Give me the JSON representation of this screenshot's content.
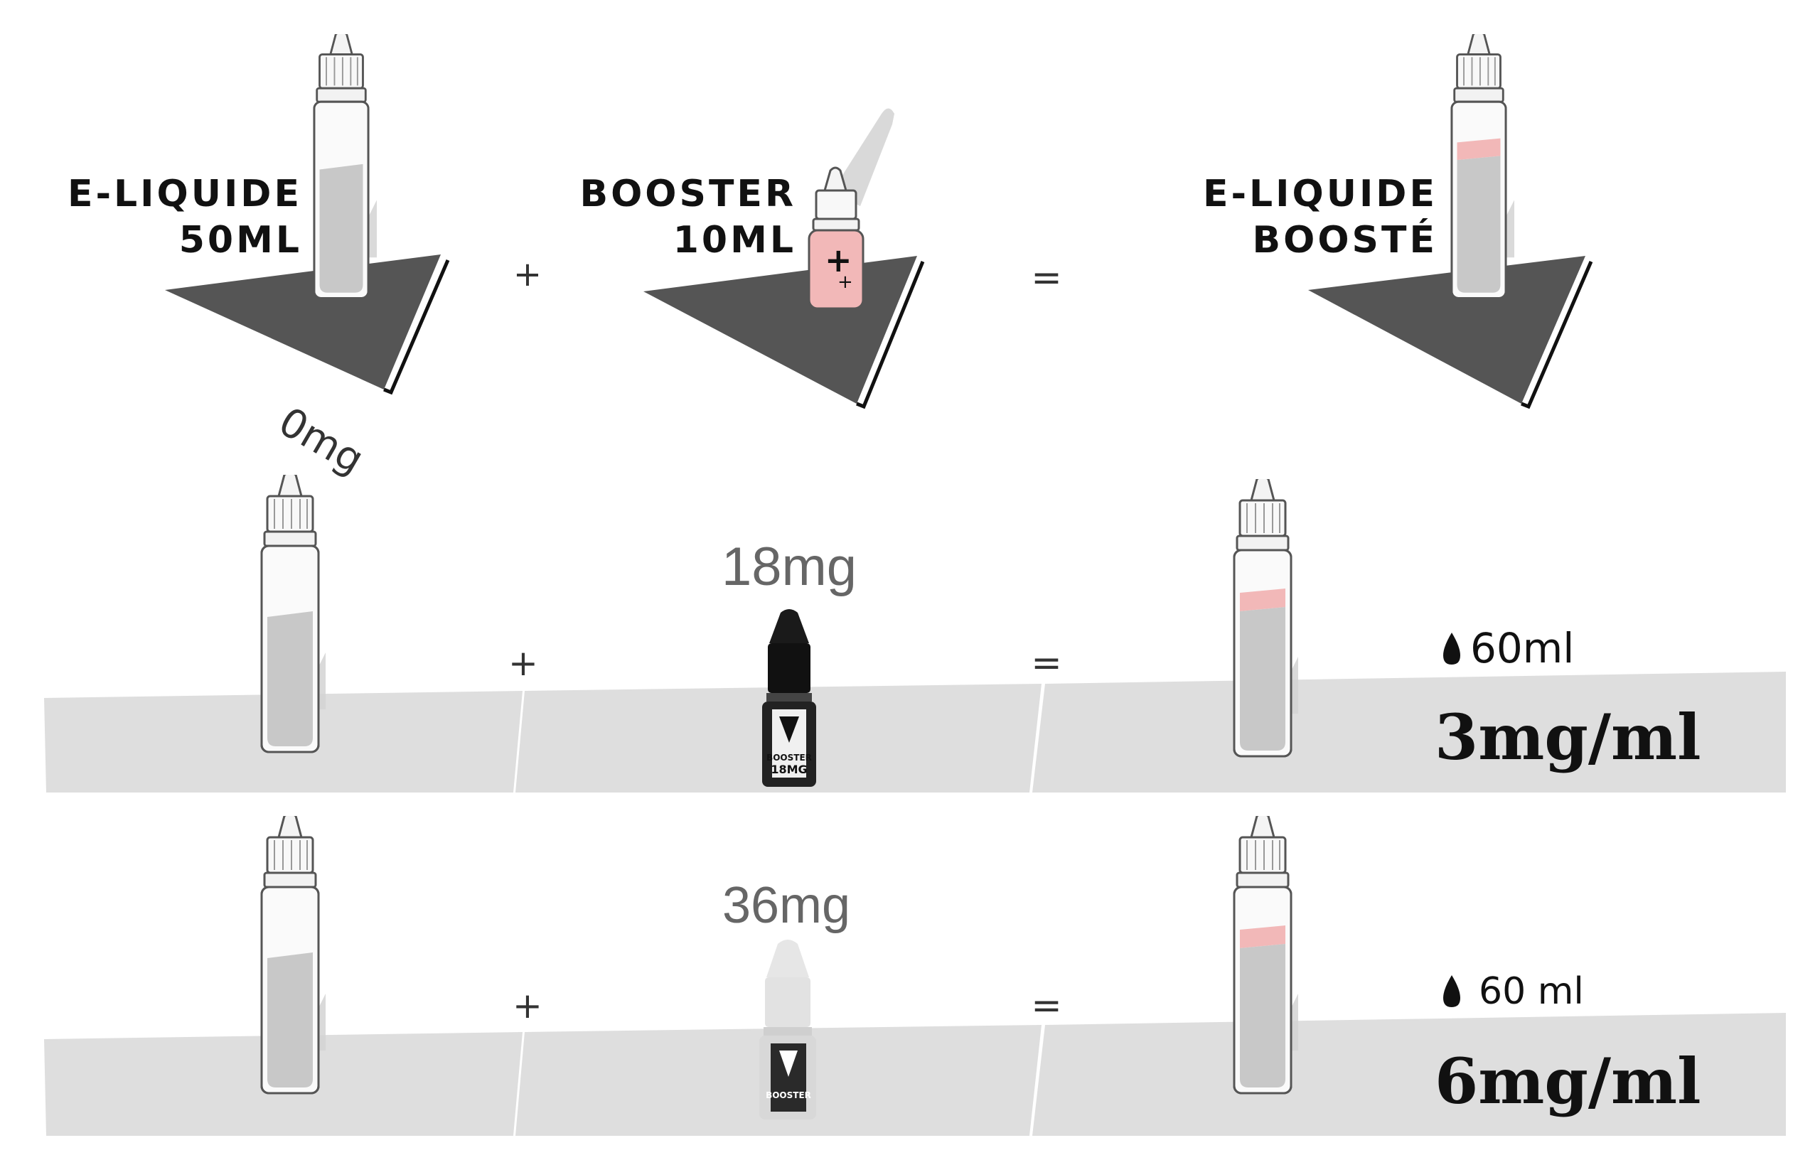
{
  "row1": {
    "eliquide_label_1": "E-LIQUIDE",
    "eliquide_label_2": "50ML",
    "base_strength": "0mg",
    "plus": "+",
    "booster_label_1": "BOOSTER",
    "booster_label_2": "10ML",
    "equals": "=",
    "result_label_1": "E-LIQUIDE",
    "result_label_2": "BOOSTÉ"
  },
  "row2": {
    "plus": "+",
    "booster_strength": "18mg",
    "booster_bottle_text_1": "BOOSTER",
    "booster_bottle_text_2": "18MG",
    "equals": "=",
    "volume": "60ml",
    "concentration": "3mg/ml"
  },
  "row3": {
    "plus": "+",
    "booster_strength": "36mg",
    "booster_bottle_text_1": "BOOSTER",
    "equals": "=",
    "volume": "60 ml",
    "concentration": "6mg/ml"
  },
  "colors": {
    "pink_liquid": "#f2b8b8",
    "grey_liquid": "#c8c8c8",
    "platform_dark": "#555555",
    "floor_light": "#dedede"
  },
  "icons": [
    "drop-icon"
  ]
}
